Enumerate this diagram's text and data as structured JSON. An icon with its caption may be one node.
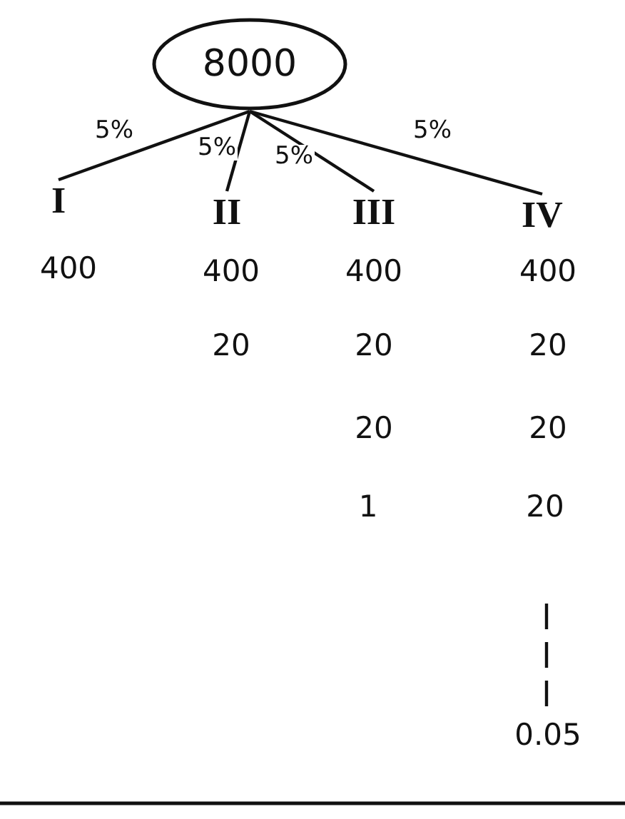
{
  "diagram": {
    "nodes": [
      {
        "text": [
          "8000"
        ]
      },
      {
        "text": [
          "I"
        ]
      },
      {
        "text": [
          "II"
        ]
      },
      {
        "text": [
          "III"
        ]
      },
      {
        "text": [
          "IV"
        ]
      }
    ],
    "edges": [
      {
        "from": 0,
        "to": 1,
        "arrow": "none",
        "label": "5%"
      },
      {
        "from": 0,
        "to": 2,
        "arrow": "none",
        "label": "5%"
      },
      {
        "from": 0,
        "to": 3,
        "arrow": "none",
        "label": "5%"
      },
      {
        "from": 0,
        "to": 4,
        "arrow": "none",
        "label": "5%"
      }
    ],
    "labels": [
      "400",
      "400",
      "400",
      "400",
      "20",
      "20",
      "20",
      "20",
      "20",
      "1",
      "20",
      "0.05"
    ]
  }
}
